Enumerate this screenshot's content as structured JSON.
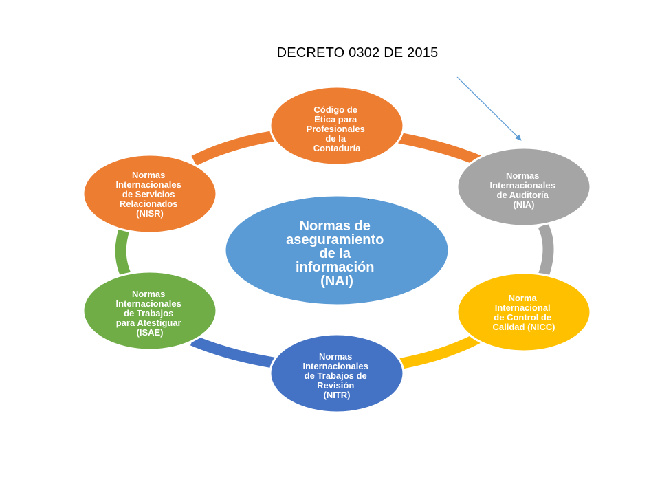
{
  "slide": {
    "title": "DECRETO 0302 DE 2015"
  },
  "diagram": {
    "center": {
      "lines": [
        "Normas de",
        "aseguramiento",
        "de la",
        "información",
        "(NAI)"
      ],
      "color": "#5B9BD5"
    },
    "nodes": [
      {
        "id": "codigo-etica",
        "lines": [
          "Código de",
          "Ética para",
          "Profesionales",
          "de la",
          "Contaduría"
        ],
        "color": "#ED7D31"
      },
      {
        "id": "nia",
        "lines": [
          "Normas",
          "Internacionales",
          "de Auditoría",
          "(NIA)"
        ],
        "color": "#A5A5A5"
      },
      {
        "id": "nicc",
        "lines": [
          "Norma",
          "Internacional",
          "de Control de",
          "Calidad (NICC)"
        ],
        "color": "#FFC000"
      },
      {
        "id": "nitr",
        "lines": [
          "Normas",
          "Internacionales",
          "de Trabajos de",
          "Revisión",
          "(NITR)"
        ],
        "color": "#4472C4"
      },
      {
        "id": "isae",
        "lines": [
          "Normas",
          "Internacionales",
          "de Trabajos",
          "para Atestiguar",
          "(ISAE)"
        ],
        "color": "#70AD47"
      },
      {
        "id": "nisr",
        "lines": [
          "Normas",
          "Internacionales",
          "de Servicios",
          "Relacionados",
          "(NISR)"
        ],
        "color": "#ED7D31"
      }
    ],
    "arrow_color": "#5B9BD5"
  }
}
